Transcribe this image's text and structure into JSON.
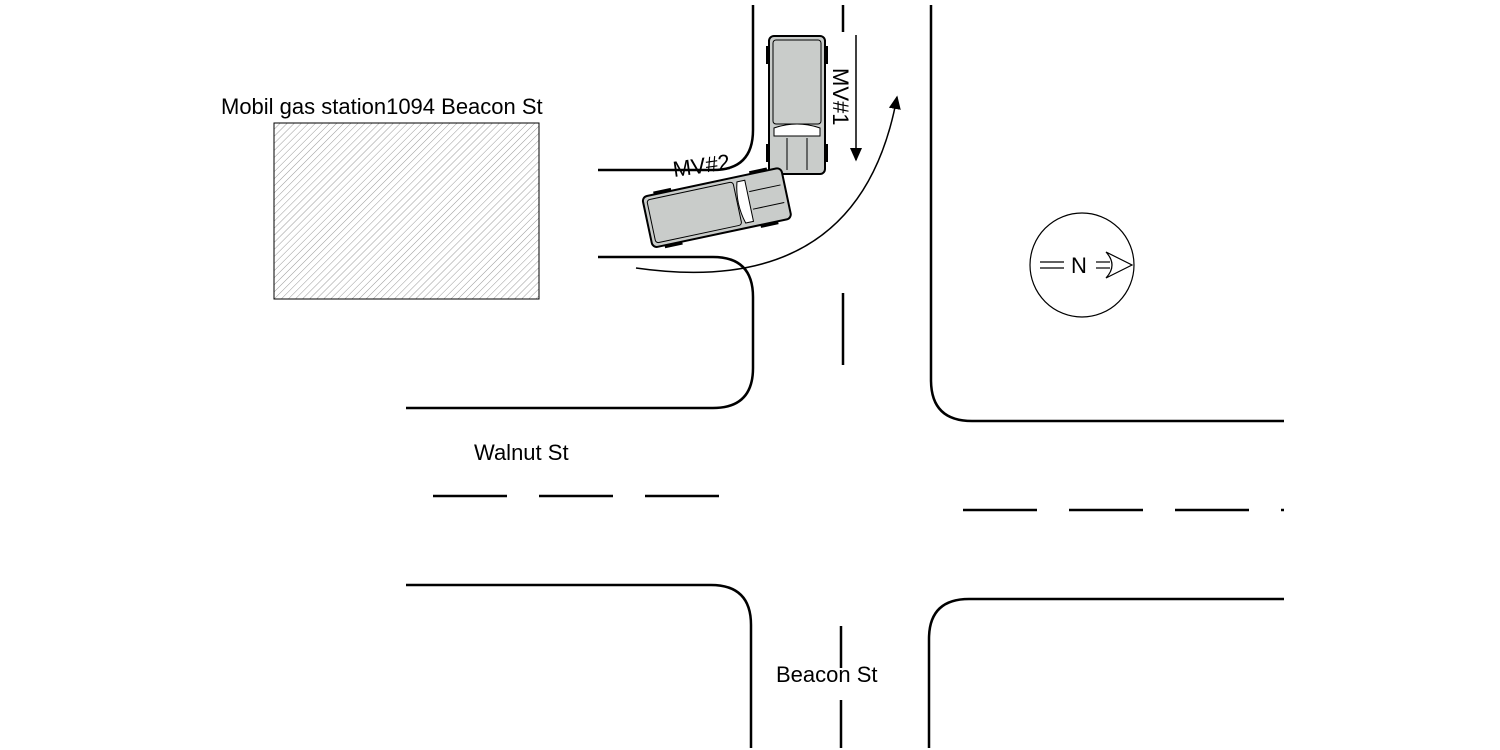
{
  "labels": {
    "gas_station": "Mobil gas station1094 Beacon St",
    "walnut_st": "Walnut St",
    "beacon_st": "Beacon St",
    "mv1": "MV#1",
    "mv2": "MV#2",
    "north": "N"
  },
  "colors": {
    "line": "#000000",
    "vehicle_fill": "#c9ccca",
    "hatch": "#9a9a9a"
  },
  "icons": {
    "compass": "north-arrow-icon"
  }
}
